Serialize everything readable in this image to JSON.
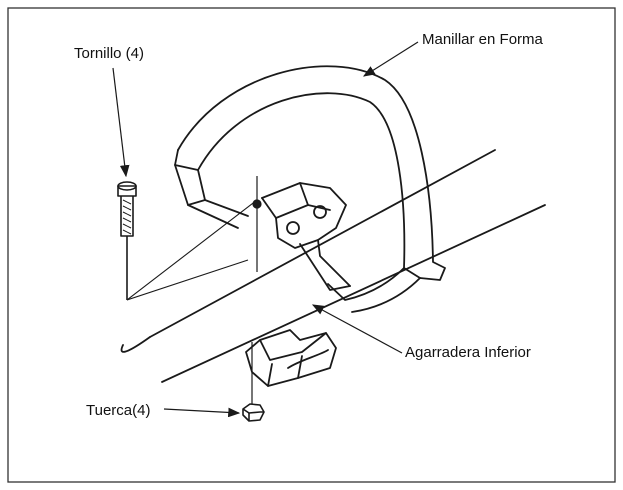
{
  "labels": {
    "tornillo": "Tornillo (4)",
    "manillar": "Manillar en Forma",
    "agarradera": "Agarradera Inferior",
    "tuerca": "Tuerca(4)"
  },
  "colors": {
    "line": "#1a1a1a",
    "frame": "#333333",
    "background": "#ffffff"
  }
}
